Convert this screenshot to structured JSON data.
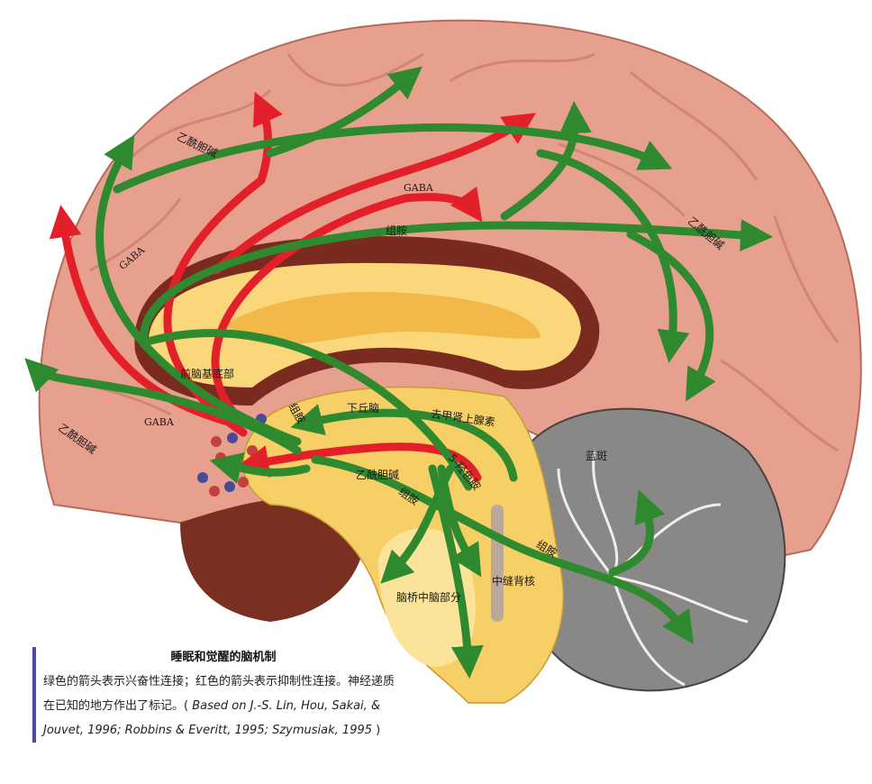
{
  "colors": {
    "excitatory": "#2f8a2f",
    "inhibitory": "#e3202a",
    "cortex": "#e8a08e",
    "corpus_callosum": "#f9d77a",
    "cerebellum": "#8a8886",
    "brainstem": "#f6cf66"
  },
  "labels": {
    "ach_top": "乙酰胆碱",
    "gaba_top": "GABA",
    "gaba_left": "GABA",
    "histamine_top": "组胺",
    "ach_right": "乙酰胆碱",
    "basal_forebrain": "前脑基底部",
    "histamine_hypo": "组胺",
    "hypothalamus": "下丘脑",
    "norepinephrine": "去甲肾上腺素",
    "gaba_bottom": "GABA",
    "ach_left": "乙酰胆碱",
    "serotonin": "5-羟色胺",
    "ach_mid": "乙酰胆碱",
    "histamine_mid": "组胺",
    "locus_coeruleus": "蓝斑",
    "histamine_cerebellum": "组胺",
    "dorsal_raphe": "中缝背核",
    "pons_midbrain": "脑桥中脑部分"
  },
  "caption": {
    "title": "睡眠和觉醒的脑机制",
    "text": "绿色的箭头表示兴奋性连接；红色的箭头表示抑制性连接。神经递质在已知的地方作出了标记。(",
    "citation": "Based on J.-S. Lin, Hou, Sakai, & Jouvet, 1996; Robbins & Everitt, 1995; Szymusiak, 1995",
    "close": ")"
  }
}
